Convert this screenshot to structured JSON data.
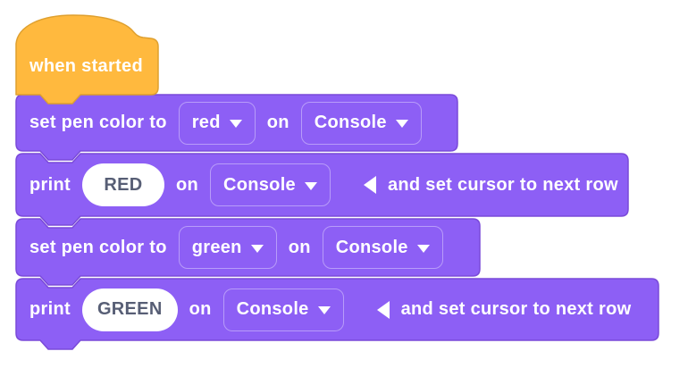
{
  "app": "block-editor-canvas",
  "palette": {
    "block_purple": "#8D5FF5",
    "block_purple_stroke": "#7A4AD9",
    "hat_orange": "#FFB93E",
    "hat_orange_stroke": "#DFA02F",
    "field_text": "#575E75",
    "label_text": "#ffffff"
  },
  "icons": {
    "dropdown_caret": "down-triangle",
    "collapse_arrow": "left-triangle"
  },
  "blocks": {
    "hat": {
      "label": "when started"
    },
    "set_pen_red": {
      "prefix": "set pen color to",
      "color": "red",
      "on": "on",
      "target": "Console"
    },
    "print_red": {
      "prefix": "print",
      "value": "RED",
      "on": "on",
      "target": "Console",
      "suffix": "and set cursor to next row"
    },
    "set_pen_green": {
      "prefix": "set pen color to",
      "color": "green",
      "on": "on",
      "target": "Console"
    },
    "print_green": {
      "prefix": "print",
      "value": "GREEN",
      "on": "on",
      "target": "Console",
      "suffix": "and set cursor to next row"
    }
  }
}
